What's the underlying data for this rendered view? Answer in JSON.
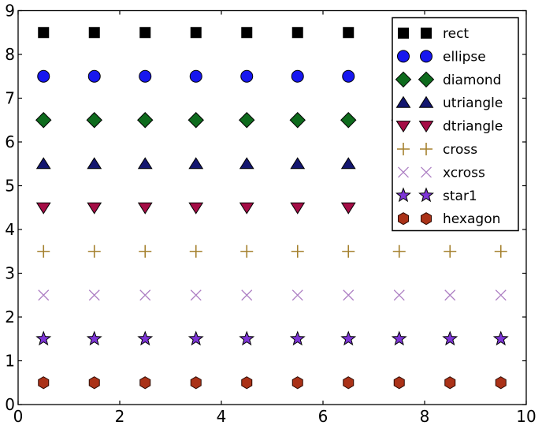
{
  "chart_data": {
    "type": "scatter",
    "title": "",
    "xlabel": "",
    "ylabel": "",
    "xlim": [
      0,
      10
    ],
    "ylim": [
      0,
      9
    ],
    "grid": false,
    "xticks": [
      0,
      2,
      4,
      6,
      8,
      10
    ],
    "yticks": [
      0,
      1,
      2,
      3,
      4,
      5,
      6,
      7,
      8,
      9
    ],
    "xtick_labels": [
      "0",
      "2",
      "4",
      "6",
      "8",
      "10"
    ],
    "ytick_labels": [
      "0",
      "1",
      "2",
      "3",
      "4",
      "5",
      "6",
      "7",
      "8",
      "9"
    ],
    "x": [
      0.5,
      1.5,
      2.5,
      3.5,
      4.5,
      5.5,
      6.5,
      7.5,
      8.5,
      9.5
    ],
    "series": [
      {
        "name": "rect",
        "marker": "square",
        "y": 8.5,
        "color": "#000000",
        "edge": "#000000"
      },
      {
        "name": "ellipse",
        "marker": "circle",
        "y": 7.5,
        "color": "#1717ef",
        "edge": "#000000"
      },
      {
        "name": "diamond",
        "marker": "diamond",
        "y": 6.5,
        "color": "#0e6b1d",
        "edge": "#000000"
      },
      {
        "name": "utriangle",
        "marker": "triangle_up",
        "y": 5.5,
        "color": "#13166f",
        "edge": "#000000"
      },
      {
        "name": "dtriangle",
        "marker": "triangle_down",
        "y": 4.5,
        "color": "#a50d46",
        "edge": "#000000"
      },
      {
        "name": "cross",
        "marker": "plus",
        "y": 3.5,
        "color": "#a5812f",
        "edge": "#a5812f"
      },
      {
        "name": "xcross",
        "marker": "x",
        "y": 2.5,
        "color": "#ad7fc3",
        "edge": "#ad7fc3"
      },
      {
        "name": "star1",
        "marker": "star5",
        "y": 1.5,
        "color": "#7d35d6",
        "edge": "#000000"
      },
      {
        "name": "hexagon",
        "marker": "hexagon",
        "y": 0.5,
        "color": "#aa3218",
        "edge": "#2b0a03"
      }
    ],
    "legend": {
      "position": "upper right",
      "markers_per_entry": 2,
      "entries": [
        "rect",
        "ellipse",
        "diamond",
        "utriangle",
        "dtriangle",
        "cross",
        "xcross",
        "star1",
        "hexagon"
      ]
    }
  }
}
